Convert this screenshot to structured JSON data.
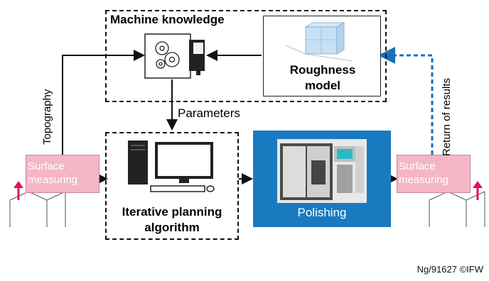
{
  "machine_knowledge": {
    "title": "Machine knowledge"
  },
  "roughness_model": {
    "line1": "Roughness",
    "line2": "model"
  },
  "parameters_label": "Parameters",
  "planning": {
    "line1": "Iterative planning",
    "line2": "algorithm"
  },
  "polishing": {
    "label": "Polishing"
  },
  "surface_left": {
    "line1": "Surface",
    "line2": "measuring"
  },
  "surface_right": {
    "line1": "Surface",
    "line2": "measuring"
  },
  "topography_label": "Topography",
  "return_label": "Return of results",
  "footer": "Ng/91627 ©IFW",
  "colors": {
    "polishing_fill": "#1a7ac0",
    "surface_fill": "#f4b6c7",
    "return_arrow": "#1a6fb5",
    "indicator_arrow": "#e0115f"
  }
}
